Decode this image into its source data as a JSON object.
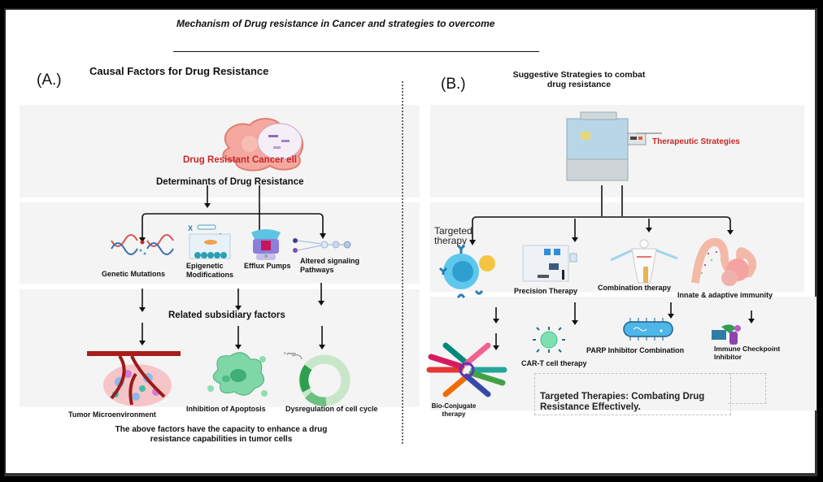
{
  "title": "Mechanism of Drug resistance in Cancer and strategies to overcome",
  "panel_a": {
    "label": "(A.)",
    "heading": "Causal Factors for Drug Resistance",
    "cell_label": "Drug Resistant Cancer ell",
    "determinants": "Determinants of Drug Resistance",
    "factors": [
      {
        "label": "Genetic Mutations",
        "icon": "dna-mutation-icon"
      },
      {
        "label": "Epigenetic Modifications",
        "icon": "epigenetic-icon"
      },
      {
        "label": "Efflux Pumps",
        "icon": "efflux-pump-icon"
      },
      {
        "label": "Altered signaling Pathways",
        "icon": "signaling-pathway-icon"
      }
    ],
    "subsidiary_heading": "Related subsidiary factors",
    "subsidiary": [
      {
        "label": "Tumor Microenvironment",
        "icon": "tumor-microenvironment-icon"
      },
      {
        "label": "Inhibition of Apoptosis",
        "icon": "apoptosis-cell-icon"
      },
      {
        "label": "Dysregulation of cell cycle",
        "icon": "cell-cycle-icon"
      }
    ],
    "footer_line1": "The above factors have the capacity to enhance a drug",
    "footer_line2": "resistance capabilities in tumor cells"
  },
  "panel_b": {
    "label": "(B.)",
    "heading_line1": "Suggestive Strategies to combat",
    "heading_line2": "drug resistance",
    "machine_label": "Therapeutic Strategies",
    "strategies": [
      {
        "label": "Targeted therapy",
        "icon": "antibody-cell-icon"
      },
      {
        "label": "Precision Therapy",
        "icon": "lab-equipment-icon"
      },
      {
        "label": "Combination therapy",
        "icon": "human-body-icon"
      },
      {
        "label": "Innate & adaptive immunity",
        "icon": "immune-tissue-icon"
      }
    ],
    "sub_strategies": [
      {
        "label": "Bio-Conjugate therapy",
        "icon": "bioconjugate-icon"
      },
      {
        "label": "CAR-T cell therapy",
        "icon": "car-t-cell-icon"
      },
      {
        "label": "PARP Inhibitor Combination",
        "icon": "bacterium-icon"
      },
      {
        "label": "Immune Checkpoint Inhibitor",
        "icon": "checkpoint-inhibitor-icon"
      }
    ],
    "summary_line1": "Targeted Therapies: Combating Drug",
    "summary_line2": "Resistance Effectively."
  }
}
